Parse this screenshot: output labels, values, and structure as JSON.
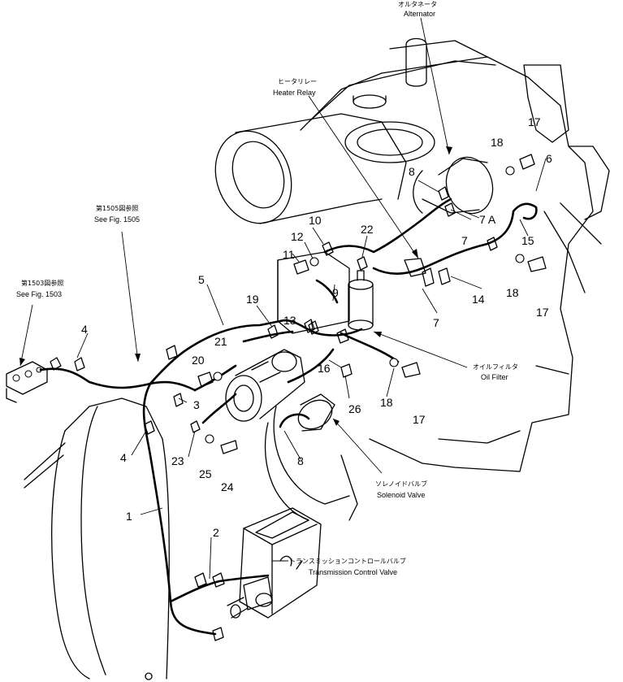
{
  "annotations": {
    "alternator_jp": "オルタネータ",
    "alternator_en": "Alternator",
    "heater_relay_jp": "ヒータリレー",
    "heater_relay_en": "Heater Relay",
    "see1505_jp": "第1505図参照",
    "see1505_en": "See Fig. 1505",
    "see1503_jp": "第1503図参照",
    "see1503_en": "See Fig. 1503",
    "oil_filter_jp": "オイルフィルタ",
    "oil_filter_en": "Oil Filter",
    "solenoid_jp": "ソレノイドバルブ",
    "solenoid_en": "Solenoid Valve",
    "tcv_jp": "トランスミッションコントロールバルブ",
    "tcv_en": "Transmission Control Valve"
  },
  "part_numbers": [
    "1",
    "2",
    "3",
    "4",
    "4",
    "5",
    "6",
    "7",
    "7",
    "7 A",
    "8",
    "8",
    "9",
    "10",
    "11",
    "12",
    "13",
    "14",
    "15",
    "16",
    "17",
    "17",
    "17",
    "18",
    "18",
    "18",
    "19",
    "20",
    "21",
    "22",
    "23",
    "24",
    "25",
    "26"
  ]
}
